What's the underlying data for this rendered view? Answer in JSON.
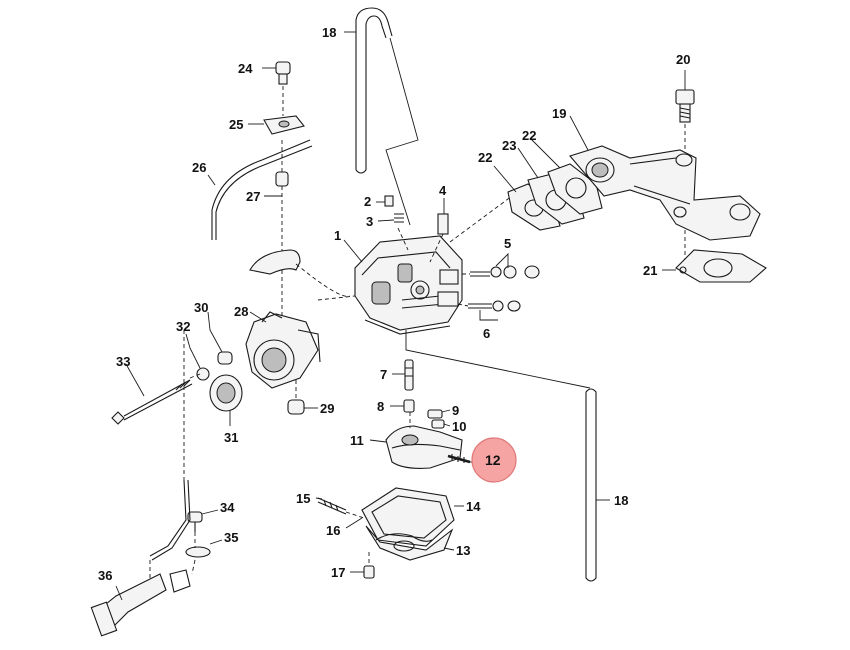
{
  "callouts": {
    "c1": "1",
    "c2": "2",
    "c3": "3",
    "c4": "4",
    "c5": "5",
    "c6": "6",
    "c7": "7",
    "c8": "8",
    "c9": "9",
    "c10": "10",
    "c11": "11",
    "c12": "12",
    "c13": "13",
    "c14": "14",
    "c15": "15",
    "c16": "16",
    "c17": "17",
    "c18a": "18",
    "c18b": "18",
    "c19": "19",
    "c20": "20",
    "c21": "21",
    "c22a": "22",
    "c22b": "22",
    "c23": "23",
    "c24": "24",
    "c25": "25",
    "c26": "26",
    "c27": "27",
    "c28": "28",
    "c29": "29",
    "c30": "30",
    "c31": "31",
    "c32": "32",
    "c33": "33",
    "c34": "34",
    "c35": "35",
    "c36": "36"
  },
  "highlight": {
    "label": "12",
    "color": "#f5a3a3"
  }
}
